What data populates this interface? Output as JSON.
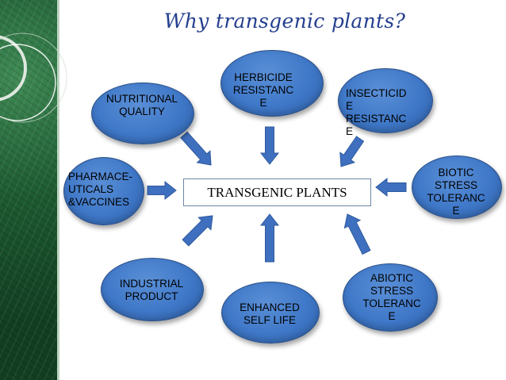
{
  "title": "Why transgenic plants?",
  "center": "TRANSGENIC PLANTS",
  "nodes": {
    "nutritional": "NUTRITIONAL\nQUALITY",
    "herbicide": "HERBICIDE\nRESISTANC\nE",
    "insecticide": "INSECTICID\nE\nRESISTANC\nE",
    "pharma": "PHARMACE-\nUTICALS\n&VACCINES",
    "biotic": "BIOTIC\nSTRESS\nTOLERANC\nE",
    "industrial": "INDUSTRIAL\nPRODUCT",
    "enhanced": "ENHANCED\nSELF LIFE",
    "abiotic": "ABIOTIC\nSTRESS\nTOLERANC\nE"
  },
  "colors": {
    "oval": "#3f78c8",
    "arrow": "#3f6fbf",
    "title": "#243f8f",
    "marble": "#1e5a33"
  }
}
